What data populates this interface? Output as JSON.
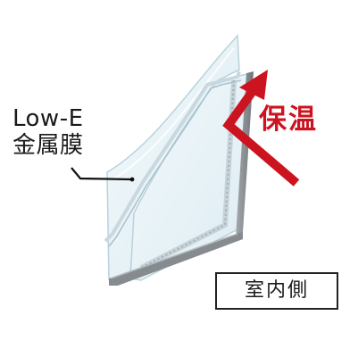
{
  "labels": {
    "lowe_line1": "Low-E",
    "lowe_line2": "金属膜",
    "warm": "保温",
    "indoor": "室内側"
  },
  "colors": {
    "arrow": "#cc1420",
    "warm_text": "#cc1420",
    "frame": "#8a8f94",
    "glass_fill": "#e6f1f5",
    "glass_edge": "#b9d3db",
    "text": "#1a1a1a"
  },
  "icons": {
    "arrow": "heat-reflect-arrow-icon"
  }
}
